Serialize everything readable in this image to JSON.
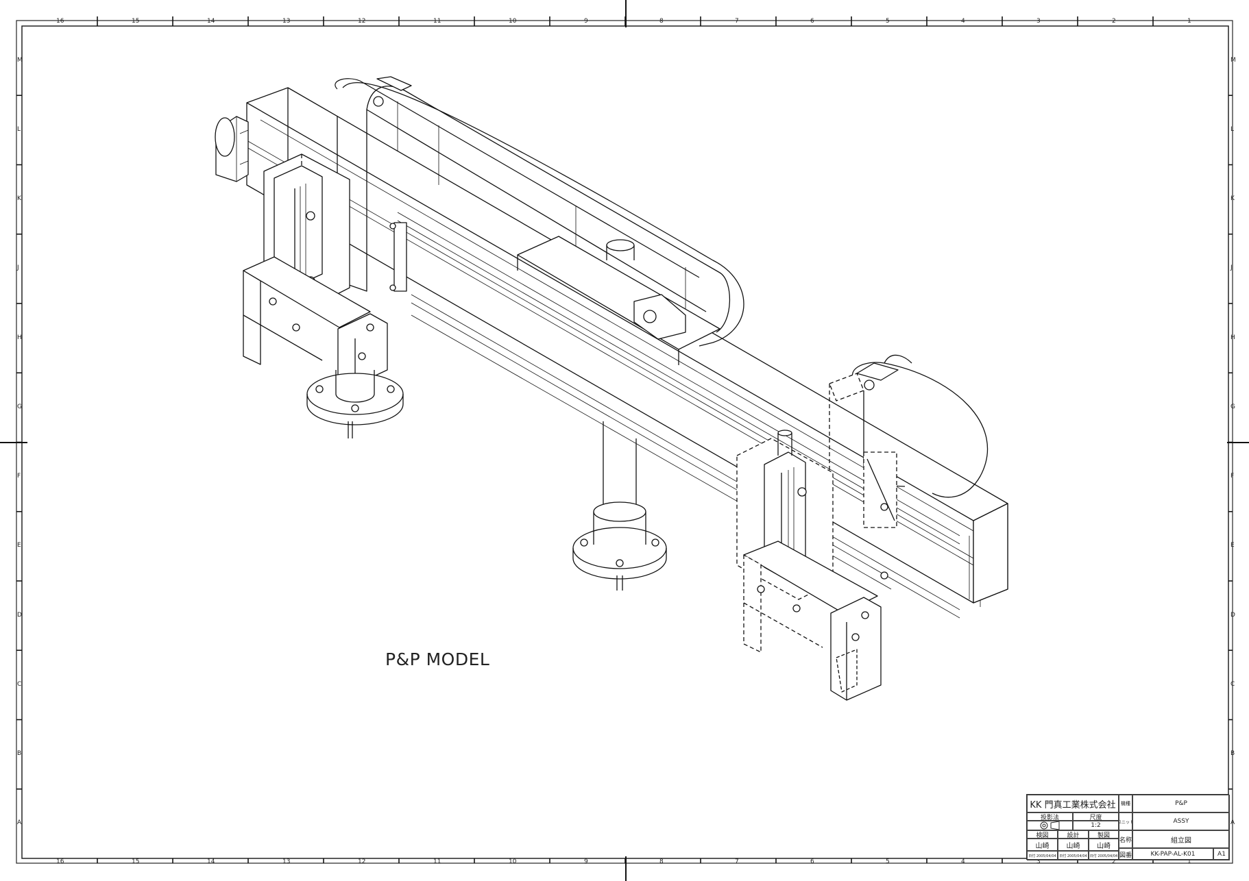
{
  "sheet": {
    "columns": [
      "16",
      "15",
      "14",
      "13",
      "12",
      "11",
      "10",
      "9",
      "8",
      "7",
      "6",
      "5",
      "4",
      "3",
      "2",
      "1"
    ],
    "rows": [
      "M",
      "L",
      "K",
      "J",
      "H",
      "G",
      "F",
      "E",
      "D",
      "C",
      "B",
      "A"
    ]
  },
  "model_title": "P&P MODEL",
  "title_block": {
    "company": "KK 門真工業株式会社",
    "projection_label": "投影法",
    "scale_label": "尺度",
    "scale_value": "1:2",
    "check_label": "検図",
    "design_label": "設計",
    "draft_label": "製図",
    "checker": "山崎",
    "designer": "山崎",
    "drafter": "山崎",
    "date_check": "日付 2005/04/04",
    "date_design": "日付 2005/04/04",
    "date_draft": "日付 2005/04/04",
    "category_label": "機種",
    "category_value": "P&P",
    "unit_label": "ユニット",
    "unit_value": "ASSY",
    "name_label": "名称",
    "name_value": "組立図",
    "drawing_no_label": "図番",
    "drawing_no_value": "KK-PAP-AL-K01",
    "size_value": "A1"
  }
}
